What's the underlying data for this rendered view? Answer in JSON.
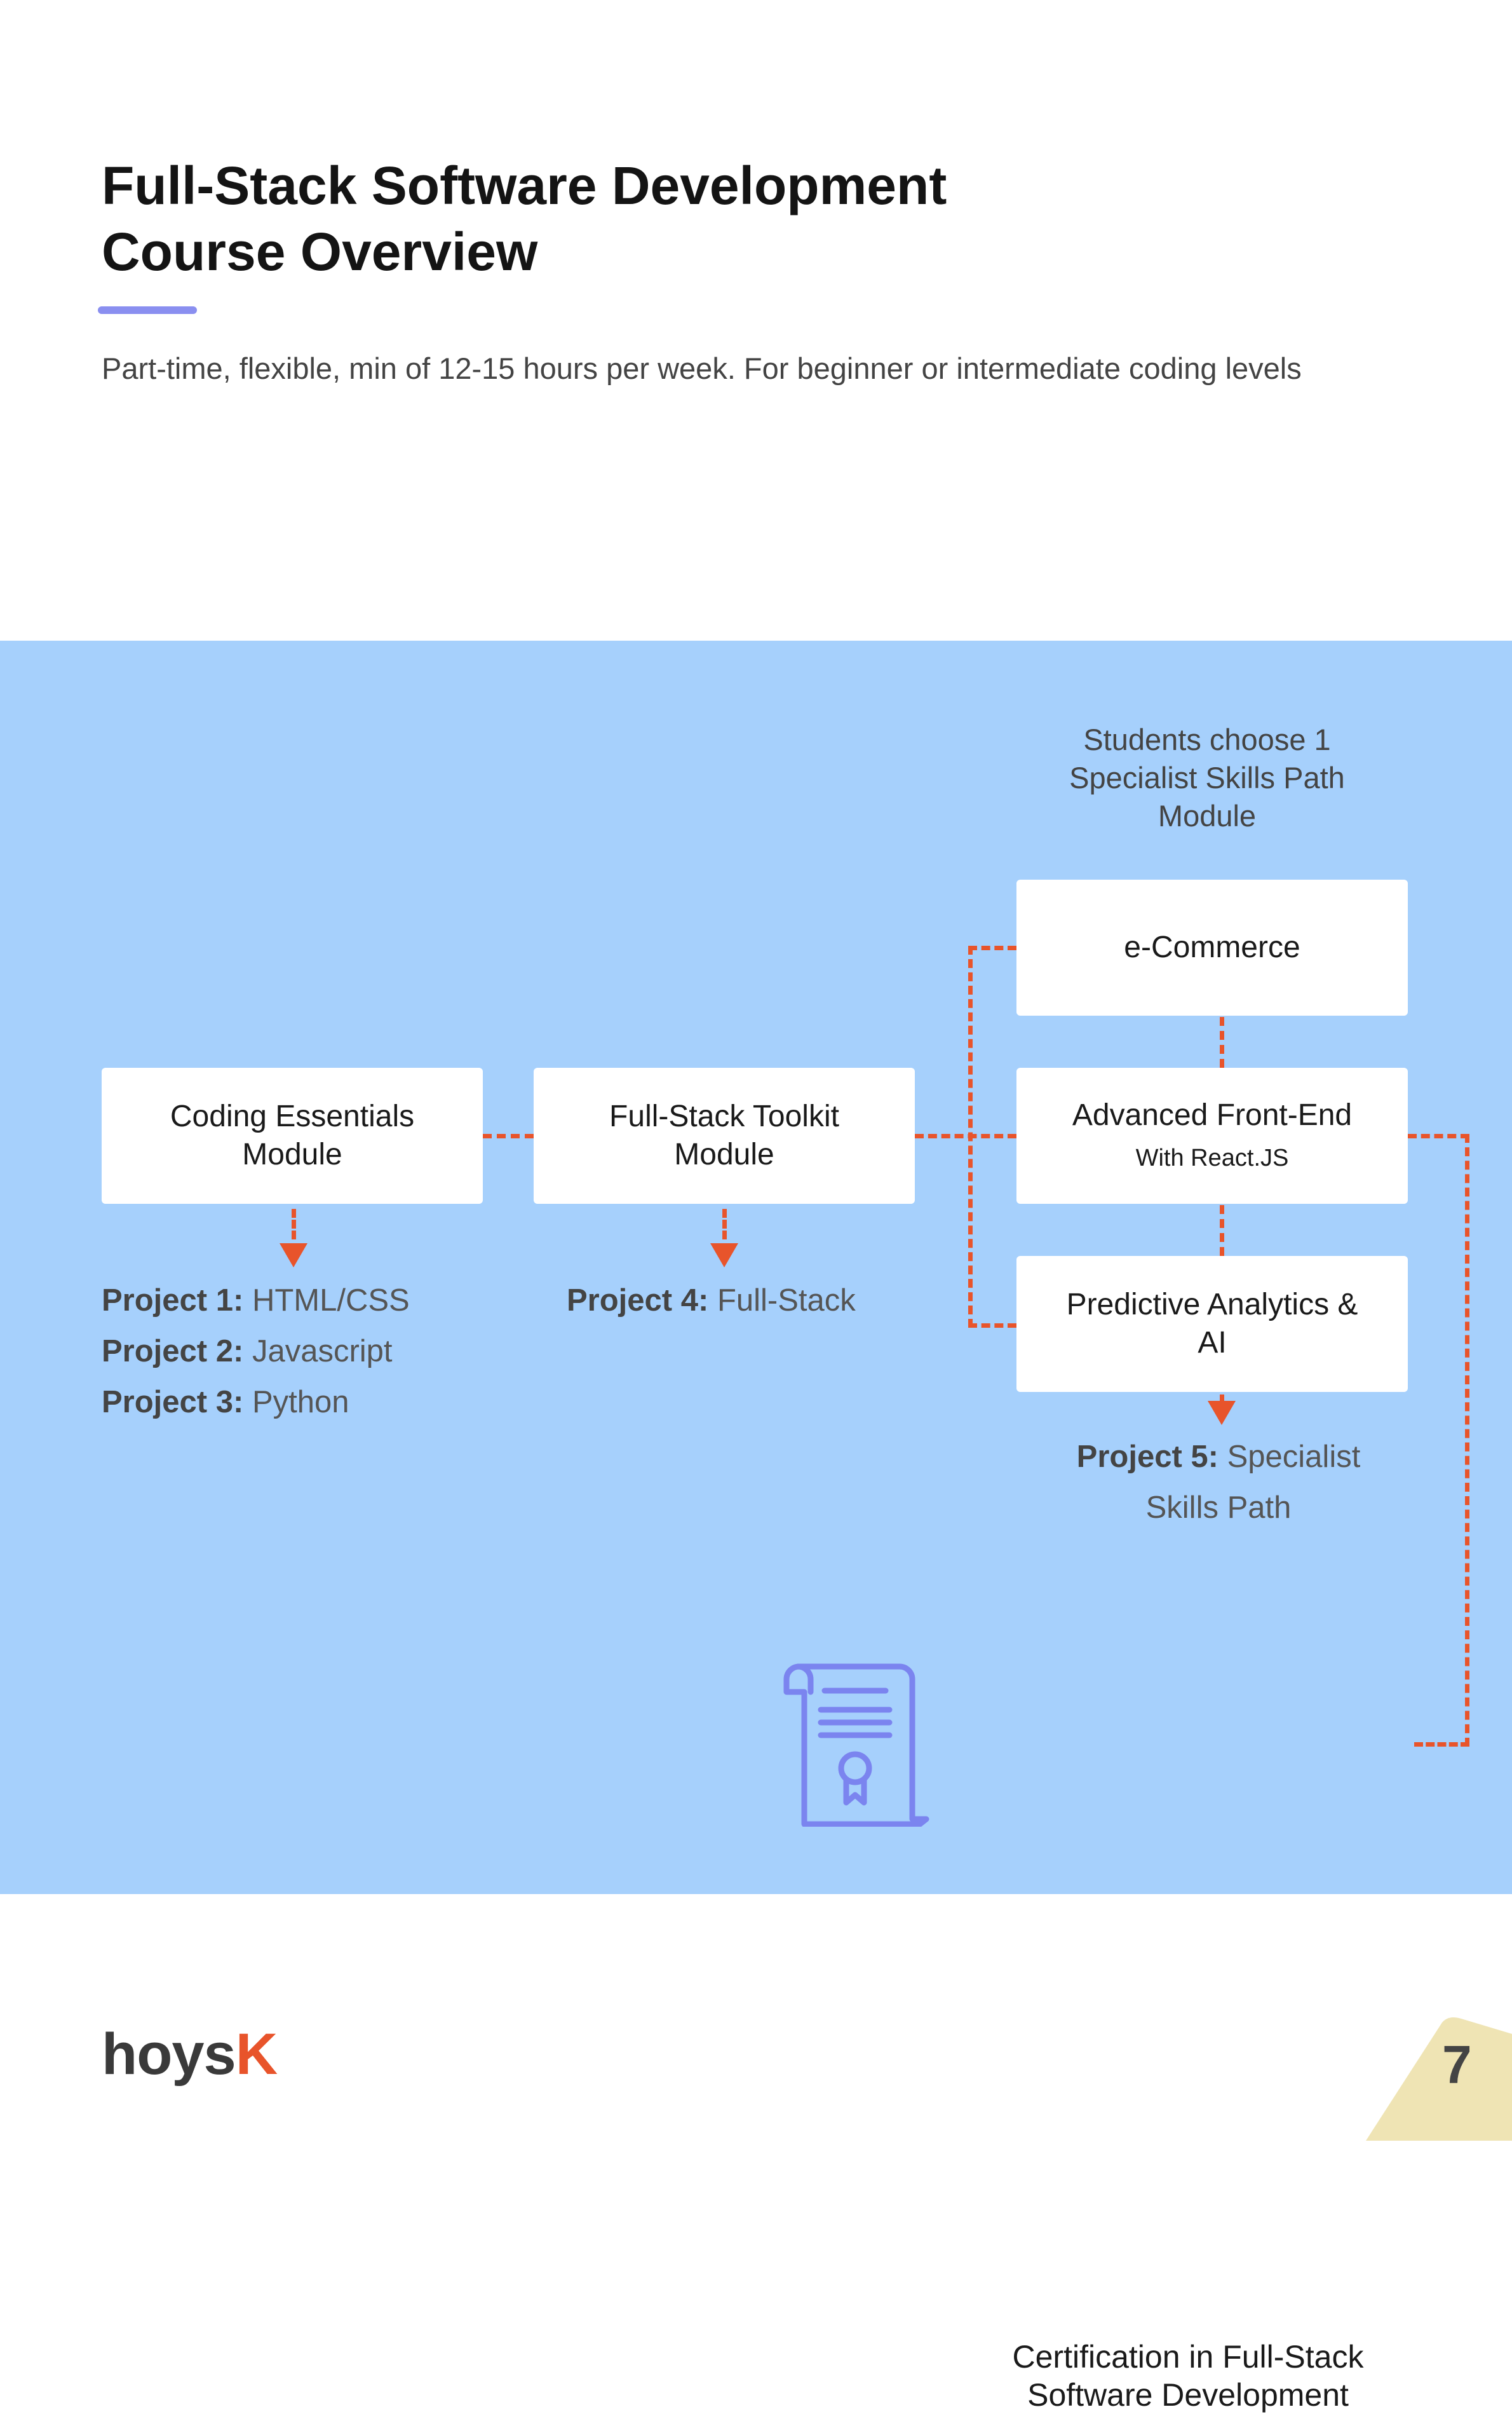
{
  "header": {
    "title_line1": "Full-Stack Software Development",
    "title_line2": "Course Overview",
    "subtitle": "Part-time, flexible, min of 12-15 hours per week. For beginner or intermediate coding levels"
  },
  "diagram": {
    "path_note": "Students choose 1 Specialist Skills Path Module",
    "modules": {
      "coding_essentials": "Coding Essentials Module",
      "fullstack_toolkit": "Full-Stack Toolkit Module"
    },
    "paths": {
      "ecommerce": "e-Commerce",
      "frontend_title": "Advanced Front-End",
      "frontend_sub": "With React.JS",
      "analytics": "Predictive Analytics & AI"
    },
    "projects": {
      "p1_label": "Project 1:",
      "p1_value": "HTML/CSS",
      "p2_label": "Project 2:",
      "p2_value": "Javascript",
      "p3_label": "Project 3:",
      "p3_value": "Python",
      "p4_label": "Project 4:",
      "p4_value": "Full-Stack",
      "p5_label": "Project 5:",
      "p5_value_line1": "Specialist",
      "p5_value_line2": "Skills Path"
    },
    "certification": "Certification in Full-Stack Software Development",
    "certificate_icon": "certificate-icon"
  },
  "footer": {
    "logo_main": "hoys",
    "logo_accent": "K",
    "page_number": "7"
  },
  "colors": {
    "band": "#a6d0fc",
    "connector": "#e8542b",
    "accent_rule": "#8a8ff0",
    "icon": "#7b84ef",
    "page_tab": "#efe4b4"
  }
}
